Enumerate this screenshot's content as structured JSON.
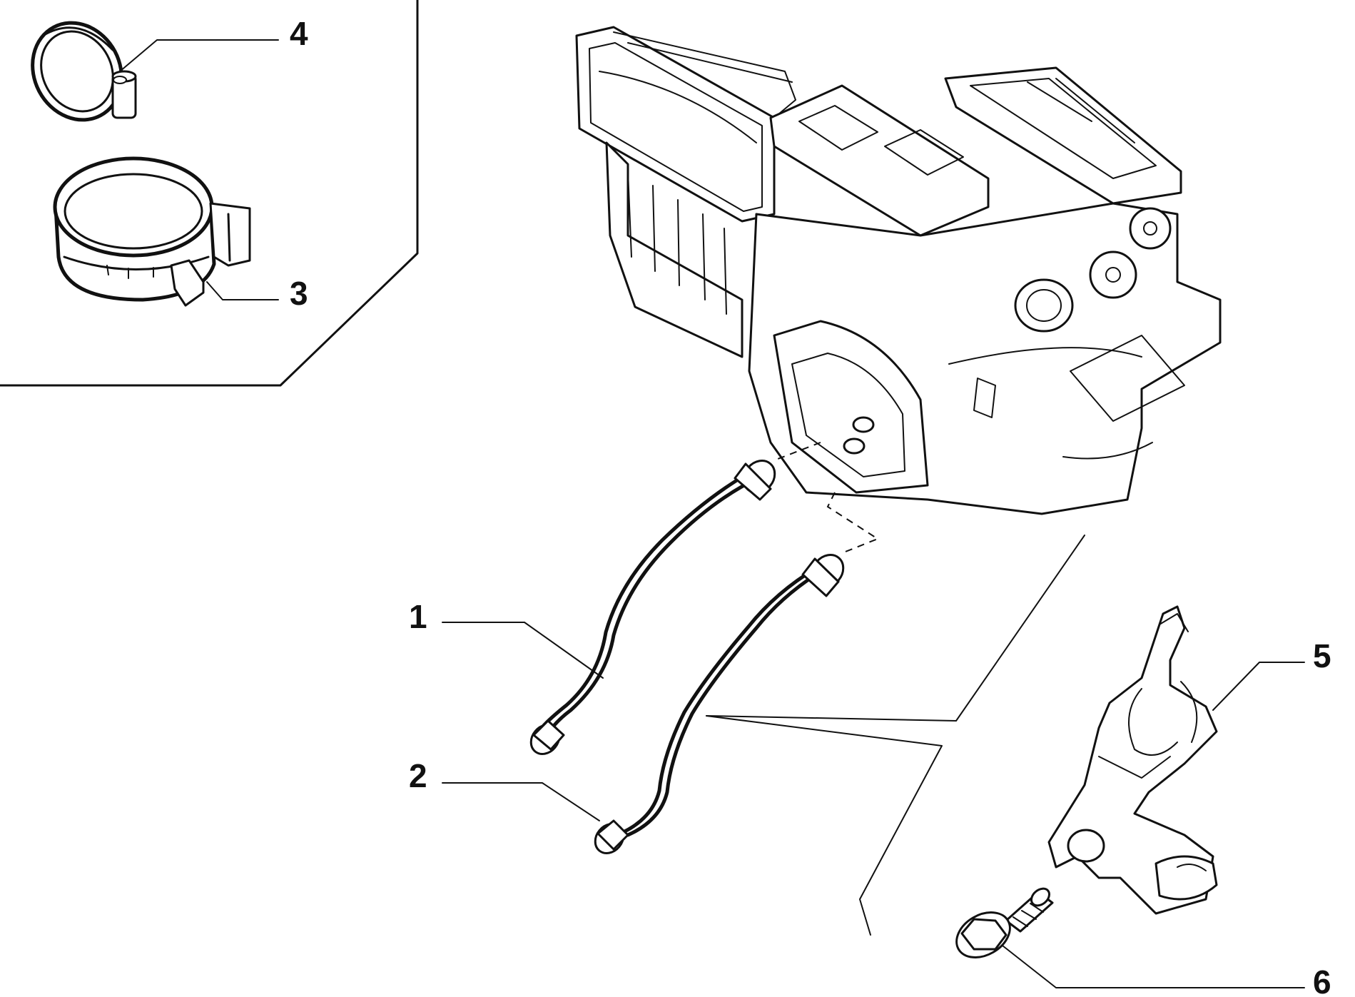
{
  "diagram": {
    "callouts": [
      {
        "id": "c1",
        "label": "1"
      },
      {
        "id": "c2",
        "label": "2"
      },
      {
        "id": "c3",
        "label": "3"
      },
      {
        "id": "c4",
        "label": "4"
      },
      {
        "id": "c5",
        "label": "5"
      },
      {
        "id": "c6",
        "label": "6"
      }
    ],
    "parts": [
      {
        "callout": "1",
        "icon": "hose-icon"
      },
      {
        "callout": "2",
        "icon": "hose-icon"
      },
      {
        "callout": "3",
        "icon": "hose-clamp-wide-icon"
      },
      {
        "callout": "4",
        "icon": "hose-clamp-small-icon"
      },
      {
        "callout": "5",
        "icon": "mounting-bracket-icon"
      },
      {
        "callout": "6",
        "icon": "flange-bolt-icon"
      }
    ],
    "main_assembly_icon": "heater-hvac-housing-icon",
    "line_color": "#111111",
    "background_color": "#ffffff"
  }
}
